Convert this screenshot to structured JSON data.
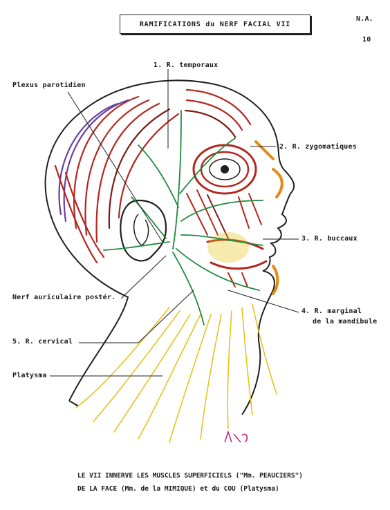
{
  "header": {
    "title": "RAMIFICATIONS du NERF FACIAL VII",
    "code": "N.A.",
    "page_number": "10"
  },
  "labels": {
    "temporaux": "1. R. temporaux",
    "plexus": "Plexus parotidien",
    "zygomatiques": "2. R. zygomatiques",
    "buccaux": "3. R. buccaux",
    "auriculaire": "Nerf auriculaire postér.",
    "marginal_1": "4. R. marginal",
    "marginal_2": "de la mandibule",
    "cervical": "5. R. cervical",
    "platysma": "Platysma"
  },
  "caption": {
    "line1": "LE VII INNERVE LES MUSCLES SUPERFICIELS (\"Mm. PEAUCIERS\")",
    "line2": "DE LA FACE (Mm. de la MIMIQUE) et du COU (Platysma)"
  },
  "colors": {
    "outline": "#1f1f1f",
    "muscle_red": "#b3261e",
    "muscle_dark": "#7a1a12",
    "nerve_green": "#1e8a3c",
    "platysma_yellow": "#e8c21a",
    "orange": "#e88a12",
    "purple": "#6a3ea0",
    "signature": "#c0208a"
  }
}
